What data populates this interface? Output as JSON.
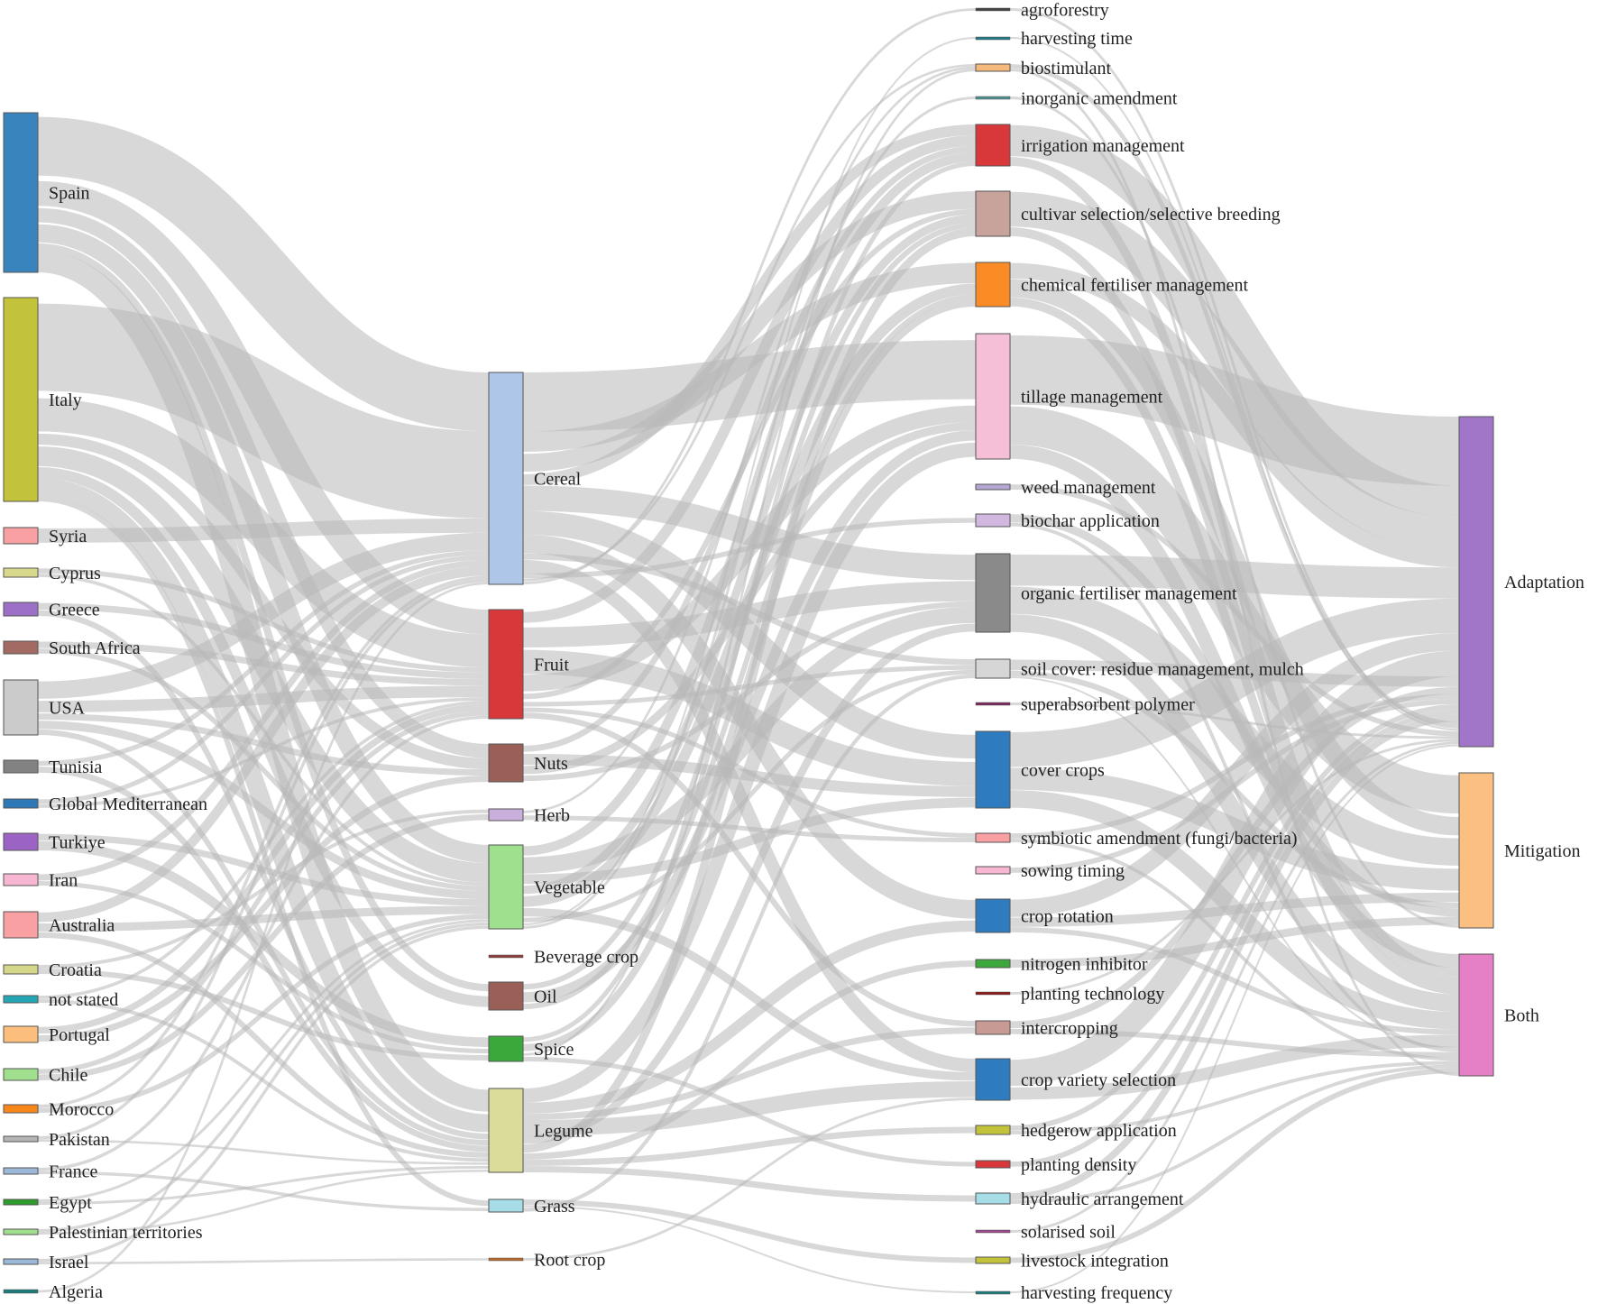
{
  "columns": [
    {
      "id": "countries",
      "nodes": [
        {
          "label": "Spain",
          "color": "#3a84bd"
        },
        {
          "label": "Italy",
          "color": "#c2c33b"
        },
        {
          "label": "Syria",
          "color": "#f8a0a2"
        },
        {
          "label": "Cyprus",
          "color": "#d9d98e"
        },
        {
          "label": "Greece",
          "color": "#9b70c6"
        },
        {
          "label": "South Africa",
          "color": "#a26a62"
        },
        {
          "label": "USA",
          "color": "#cbcbcb"
        },
        {
          "label": "Tunisia",
          "color": "#828282"
        },
        {
          "label": "Global Mediterranean",
          "color": "#2d78b7"
        },
        {
          "label": "Turkiye",
          "color": "#9b63c4"
        },
        {
          "label": "Iran",
          "color": "#f7b6d2"
        },
        {
          "label": "Australia",
          "color": "#f8a0a2"
        },
        {
          "label": "Croatia",
          "color": "#d5d78a"
        },
        {
          "label": "not stated",
          "color": "#24a6b5"
        },
        {
          "label": "Portugal",
          "color": "#fbbe7d"
        },
        {
          "label": "Chile",
          "color": "#9fdf8d"
        },
        {
          "label": "Morocco",
          "color": "#f7861b"
        },
        {
          "label": "Pakistan",
          "color": "#b5b5b5"
        },
        {
          "label": "France",
          "color": "#9bb8d8"
        },
        {
          "label": "Egypt",
          "color": "#2c9c2c"
        },
        {
          "label": "Palestinian territories",
          "color": "#9fdf8d"
        },
        {
          "label": "Israel",
          "color": "#9bb8d8"
        },
        {
          "label": "Algeria",
          "color": "#1f7a7a"
        }
      ]
    },
    {
      "id": "crop-types",
      "nodes": [
        {
          "label": "Cereal",
          "color": "#aec7e8"
        },
        {
          "label": "Fruit",
          "color": "#d8383a"
        },
        {
          "label": "Nuts",
          "color": "#9a6058"
        },
        {
          "label": "Herb",
          "color": "#c9b0dc"
        },
        {
          "label": "Vegetable",
          "color": "#9fe08f"
        },
        {
          "label": "Beverage crop",
          "color": "#8c3c3c"
        },
        {
          "label": "Oil",
          "color": "#9a6058"
        },
        {
          "label": "Spice",
          "color": "#3aa83a"
        },
        {
          "label": "Legume",
          "color": "#dcdc9a"
        },
        {
          "label": "Grass",
          "color": "#a6dde7"
        },
        {
          "label": "Root crop",
          "color": "#b46a2a"
        }
      ]
    },
    {
      "id": "practices",
      "nodes": [
        {
          "label": "agroforestry",
          "color": "#444444"
        },
        {
          "label": "harvesting time",
          "color": "#227a86"
        },
        {
          "label": "biostimulant",
          "color": "#f6b97c"
        },
        {
          "label": "inorganic amendment",
          "color": "#4d8f8f"
        },
        {
          "label": "irrigation management",
          "color": "#d8383a"
        },
        {
          "label": "cultivar selection/selective breeding",
          "color": "#c8a39b"
        },
        {
          "label": "chemical fertiliser management",
          "color": "#fb8b24"
        },
        {
          "label": "tillage management",
          "color": "#f6bfd8"
        },
        {
          "label": "weed management",
          "color": "#b6a6d4"
        },
        {
          "label": "biochar application",
          "color": "#d2b8e0"
        },
        {
          "label": "organic fertiliser management",
          "color": "#8a8a8a"
        },
        {
          "label": "soil cover: residue management, mulch",
          "color": "#d6d6d6"
        },
        {
          "label": "superabsorbent polymer",
          "color": "#7a2a5c"
        },
        {
          "label": "cover crops",
          "color": "#2e7cbf"
        },
        {
          "label": "symbiotic amendment (fungi/bacteria)",
          "color": "#f8a0a2"
        },
        {
          "label": "sowing timing",
          "color": "#f7b6d2"
        },
        {
          "label": "crop rotation",
          "color": "#2e7cbf"
        },
        {
          "label": "nitrogen inhibitor",
          "color": "#3aa83a"
        },
        {
          "label": "planting technology",
          "color": "#8b1a1a"
        },
        {
          "label": "intercropping",
          "color": "#c89a94"
        },
        {
          "label": "crop variety selection",
          "color": "#2e7cbf"
        },
        {
          "label": "hedgerow application",
          "color": "#c2c33b"
        },
        {
          "label": "planting density",
          "color": "#d8383a"
        },
        {
          "label": "hydraulic arrangement",
          "color": "#a6dde7"
        },
        {
          "label": "solarised soil",
          "color": "#9a4a8a"
        },
        {
          "label": "livestock integration",
          "color": "#c2c33b"
        },
        {
          "label": "harvesting frequency",
          "color": "#1f7a7a"
        }
      ]
    },
    {
      "id": "outcomes",
      "nodes": [
        {
          "label": "Adaptation",
          "color": "#a176c9"
        },
        {
          "label": "Mitigation",
          "color": "#fcbf82"
        },
        {
          "label": "Both",
          "color": "#e57fc6"
        }
      ]
    }
  ],
  "colors": {
    "link": "#b8b8b8",
    "node_border": "#555555",
    "background": "#ffffff"
  }
}
